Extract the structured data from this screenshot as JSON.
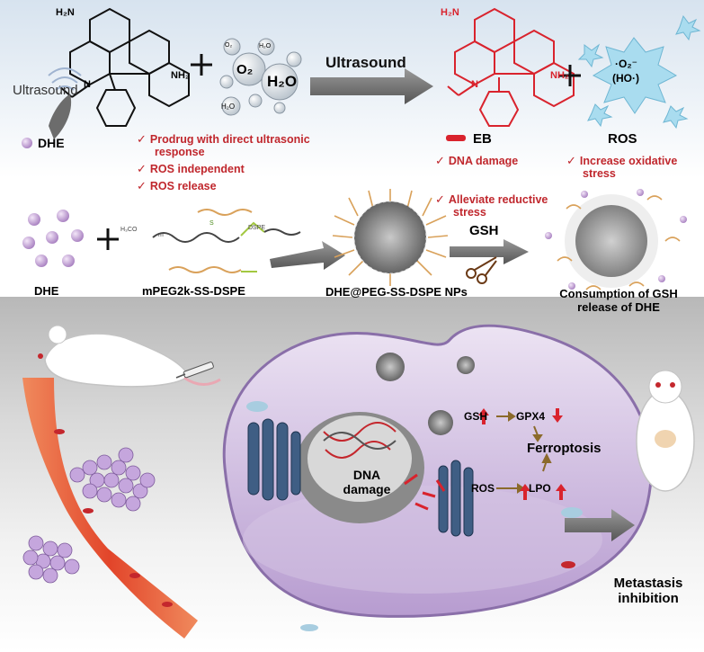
{
  "top": {
    "ultrasound_arrow_label": "Ultrasound",
    "ultrasound_probe_label": "Ultrasound",
    "dhe_label": "DHE",
    "eb_label": "EB",
    "ros_label": "ROS",
    "o2_label": "O₂",
    "h2o_label": "H₂O",
    "o2_small": "O₂",
    "h2o_small": "H₂O",
    "ros_species_1": "·O₂⁻",
    "ros_species_2": "(HO·)",
    "nh2_left": "H₂N",
    "nh2_right": "NH₂",
    "n_atom": "N",
    "dhe_features": [
      "Prodrug with direct ultrasonic",
      "response",
      "ROS independent",
      "ROS release"
    ],
    "eb_features": [
      "DNA damage"
    ],
    "ros_features": [
      "Increase oxidative",
      "stress"
    ]
  },
  "middle": {
    "dhe_label": "DHE",
    "polymer_label": "mPEG2k-SS-DSPE",
    "polymer_chem_left": "H₃CO",
    "polymer_chem_m": "m",
    "polymer_chem_s": "S",
    "polymer_chem_dspe": "DSPE",
    "nps_label": "DHE@PEG-SS-DSPE NPs",
    "alleviate_1": "Alleviate reductive",
    "alleviate_2": "stress",
    "gsh_label": "GSH",
    "consumption_1": "Consumption of GSH",
    "consumption_2": "release of DHE"
  },
  "cell": {
    "gsh": "GSH",
    "gpx4": "GPX4",
    "ferroptosis": "Ferroptosis",
    "ros": "ROS",
    "lpo": "LPO",
    "dna_1": "DNA",
    "dna_2": "damage"
  },
  "bottom": {
    "metastasis_1": "Metastasis",
    "metastasis_2": "inhibition"
  },
  "colors": {
    "red": "#c0272d",
    "arrow_gray": "#6b6b6b",
    "cell_purple": "#c8b4dc",
    "dhe_ball": "#c9a6d9",
    "vessel": "#e4572e"
  }
}
